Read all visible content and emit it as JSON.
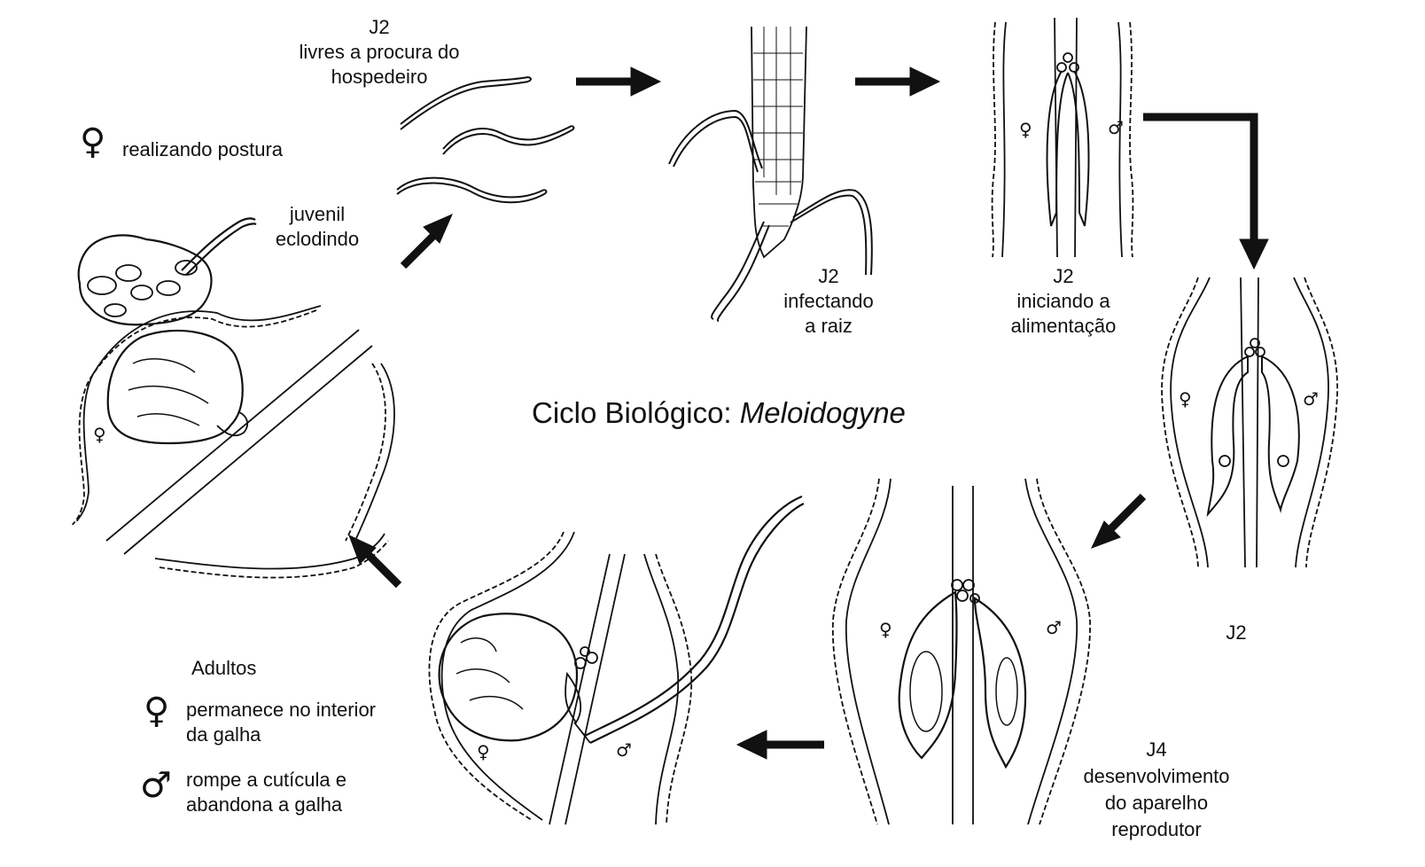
{
  "title": {
    "prefix": "Ciclo Biológico: ",
    "genus": "Meloidogyne"
  },
  "symbols": {
    "female": "♀",
    "male": "♂"
  },
  "labels": {
    "hatching_female": "realizando postura",
    "juvenile_hatching_1": "juvenil",
    "juvenile_hatching_2": "eclodindo",
    "free_j2_1": "J2",
    "free_j2_2": "livres a procura do",
    "free_j2_3": "hospedeiro",
    "infecting_1": "J2",
    "infecting_2": "infectando",
    "infecting_3": "a raiz",
    "feeding_1": "J2",
    "feeding_2": "iniciando a",
    "feeding_3": "alimentação",
    "j2_stage": "J2",
    "j4_1": "J4",
    "j4_2": "desenvolvimento",
    "j4_3": "do aparelho",
    "j4_4": "reprodutor",
    "adults_title": "Adultos",
    "adult_female_1": "permanece no interior",
    "adult_female_2": "da galha",
    "adult_male_1": "rompe a cutícula e",
    "adult_male_2": "abandona a galha"
  }
}
